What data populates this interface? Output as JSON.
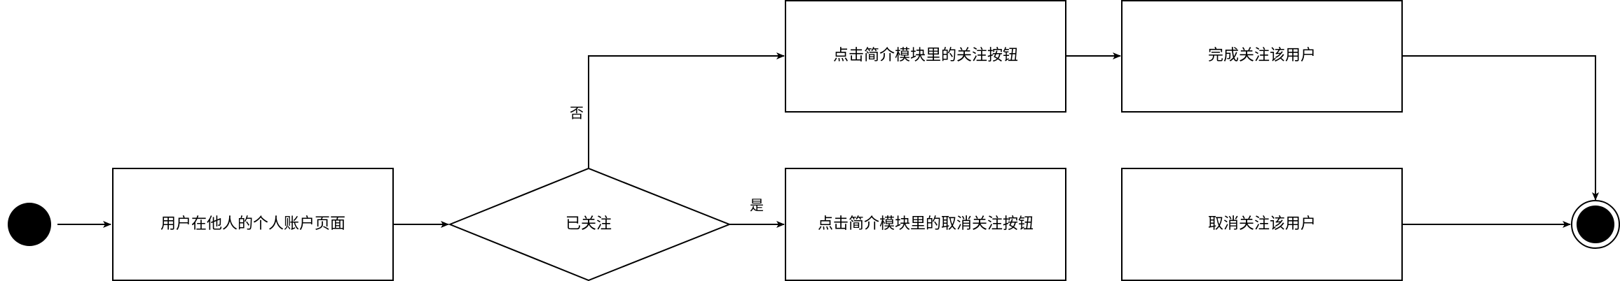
{
  "diagram": {
    "nodes": {
      "user_on_profile": {
        "label": "用户在他人的个人账户页面"
      },
      "already_followed": {
        "label": "已关注"
      },
      "click_follow": {
        "label": "点击简介模块里的关注按钮"
      },
      "follow_done": {
        "label": "完成关注该用户"
      },
      "click_unfollow": {
        "label": "点击简介模块里的取消关注按钮"
      },
      "unfollow_done": {
        "label": "取消关注该用户"
      }
    },
    "edge_labels": {
      "no": "否",
      "yes": "是"
    }
  }
}
